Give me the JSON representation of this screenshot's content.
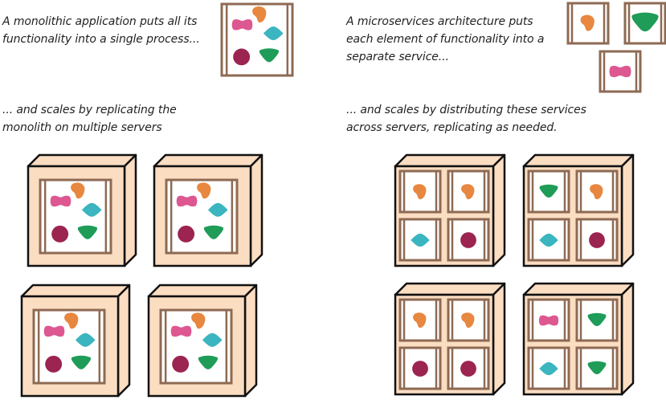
{
  "captions": {
    "monolith_intro": [
      "A monolithic application puts all its",
      "functionality into a single process..."
    ],
    "monolith_scale": [
      "... and scales by replicating the",
      "monolith on multiple servers"
    ],
    "micro_intro": [
      "A microservices architecture puts",
      "each element of functionality into a",
      "separate service..."
    ],
    "micro_scale": [
      "... and scales by distributing these services",
      "across servers, replicating as needed."
    ]
  },
  "colors": {
    "orange": "#E8873F",
    "pink": "#DD5791",
    "teal": "#3BB5BF",
    "maroon": "#9B2450",
    "green": "#1F9C58",
    "process_border": "#8E6A53",
    "server_fill": "#FBDDC2",
    "server_border": "#111111"
  },
  "monolith_functions": [
    "pink",
    "orange",
    "teal",
    "maroon",
    "green"
  ],
  "microservices": [
    "orange",
    "green",
    "pink"
  ],
  "monolith_servers": 4,
  "microservice_servers": [
    [
      "orange",
      "orange",
      "teal",
      "maroon"
    ],
    [
      "green",
      "orange",
      "teal",
      "maroon"
    ],
    [
      "orange",
      "orange",
      "maroon",
      "maroon"
    ],
    [
      "pink",
      "green",
      "teal",
      "green"
    ]
  ]
}
